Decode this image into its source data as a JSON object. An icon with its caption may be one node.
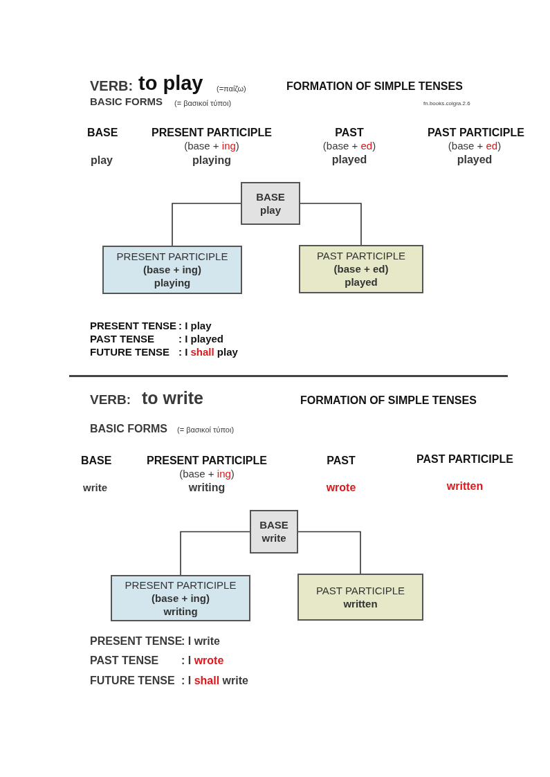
{
  "diagram": {
    "nodes": [
      {
        "text": [
          "BASE",
          "play"
        ]
      },
      {
        "text": [
          "PRESENT PARTICIPLE",
          "(base + ing)",
          "playing"
        ]
      },
      {
        "text": [
          "PAST PARTICIPLE",
          "(base + ed)",
          "played"
        ]
      },
      {
        "text": [
          "BASE",
          "write"
        ]
      },
      {
        "text": [
          "PRESENT PARTICIPLE",
          "(base + ing)",
          "writing"
        ]
      },
      {
        "text": [
          "PAST PARTICIPLE",
          "written"
        ]
      }
    ],
    "edges": [
      {
        "from": 0,
        "to": 1,
        "arrow": "none"
      },
      {
        "from": 0,
        "to": 2,
        "arrow": "none"
      },
      {
        "from": 3,
        "to": 4,
        "arrow": "none"
      },
      {
        "from": 3,
        "to": 5,
        "arrow": "none"
      }
    ],
    "labels": [
      "VERB:",
      "to play",
      "(=παίζω)",
      "FORMATION OF SIMPLE TENSES",
      "BASIC FORMS",
      "(= βασικοί τύποι)",
      "fn.books.colgra.2.6",
      "BASE",
      "PRESENT PARTICIPLE",
      "PAST",
      "PAST PARTICIPLE",
      "(base + *ing*)",
      "(base + *ed*)",
      "(base + *ed*)",
      "play",
      "playing",
      "played",
      "played",
      "PRESENT TENSE",
      ": I play",
      "PAST TENSE",
      ": I played",
      "FUTURE TENSE",
      ": I *shall* play",
      "VERB:",
      "to write",
      "FORMATION OF SIMPLE TENSES",
      "BASIC FORMS",
      "(= βασικοί τύποι)",
      "BASE",
      "PRESENT PARTICIPLE",
      "PAST",
      "PAST PARTICIPLE",
      "(base + *ing*)",
      "write",
      "writing",
      "wrote",
      "written",
      "PRESENT TENSE",
      ": I write",
      "PAST TENSE",
      ": I *wrote*",
      "FUTURE TENSE",
      ": I *shall* write"
    ]
  }
}
